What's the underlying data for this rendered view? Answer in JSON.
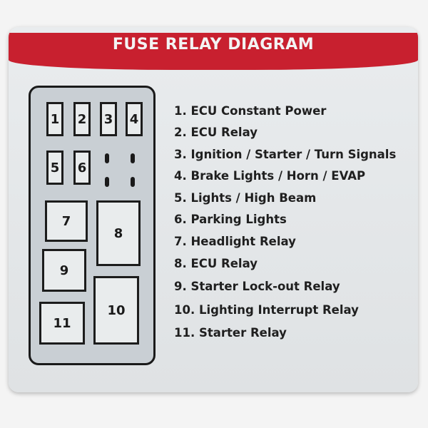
{
  "title": "FUSE RELAY DIAGRAM",
  "fuses": [
    "1",
    "2",
    "3",
    "4",
    "5",
    "6"
  ],
  "relays": [
    "7",
    "8",
    "9",
    "10",
    "11"
  ],
  "legend": [
    "1. ECU Constant Power",
    "2. ECU Relay",
    "3. Ignition / Starter / Turn Signals",
    "4. Brake Lights / Horn / EVAP",
    "5. Lights / High Beam",
    "6. Parking Lights",
    "7. Headlight Relay",
    "8. ECU Relay",
    "9. Starter Lock-out Relay",
    "10. Lighting Interrupt Relay",
    "11. Starter Relay"
  ],
  "colors": {
    "banner": "#c8202f",
    "card": "#e6e9eb",
    "box": "#c9cfd4"
  }
}
